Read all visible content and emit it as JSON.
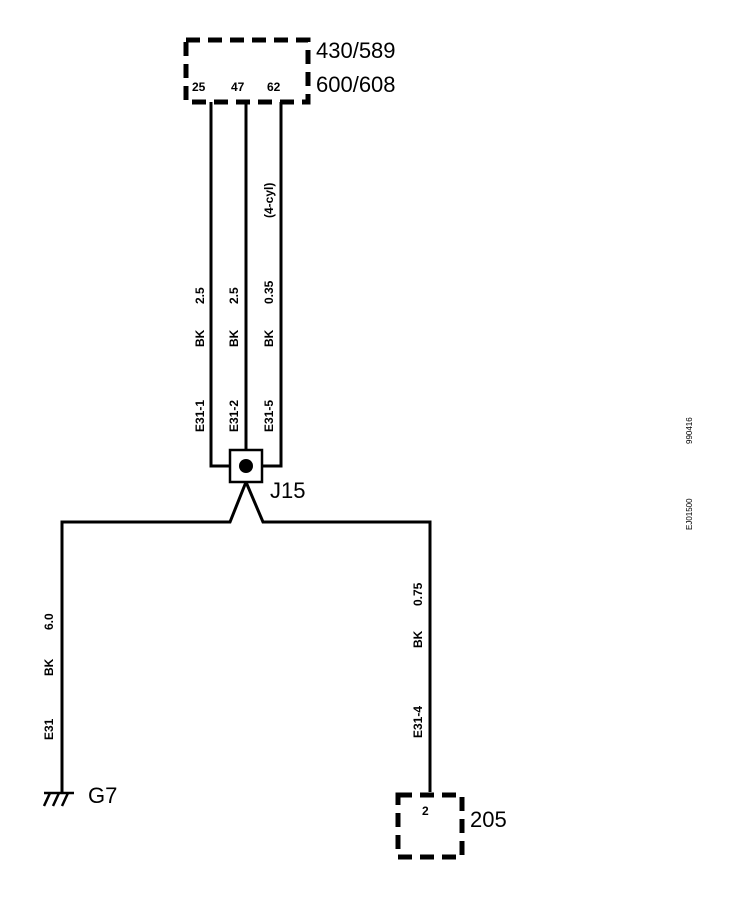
{
  "components": {
    "top_module": {
      "label_line1": "430/589",
      "label_line2": "600/608",
      "pins": [
        "25",
        "47",
        "62"
      ]
    },
    "splice": {
      "label": "J15"
    },
    "ground": {
      "label": "G7"
    },
    "bottom_module": {
      "label": "205",
      "pin": "2"
    }
  },
  "wires": [
    {
      "circuit": "E31-1",
      "color": "BK",
      "size": "2.5"
    },
    {
      "circuit": "E31-2",
      "color": "BK",
      "size": "2.5"
    },
    {
      "circuit": "E31-5",
      "color": "BK",
      "size": "0.35",
      "note": "(4-cyl)"
    },
    {
      "circuit": "E31",
      "color": "BK",
      "size": "6.0"
    },
    {
      "circuit": "E31-4",
      "color": "BK",
      "size": "0.75"
    }
  ],
  "side_codes": {
    "date_code": "990416",
    "figure_id": "EJ01500"
  }
}
